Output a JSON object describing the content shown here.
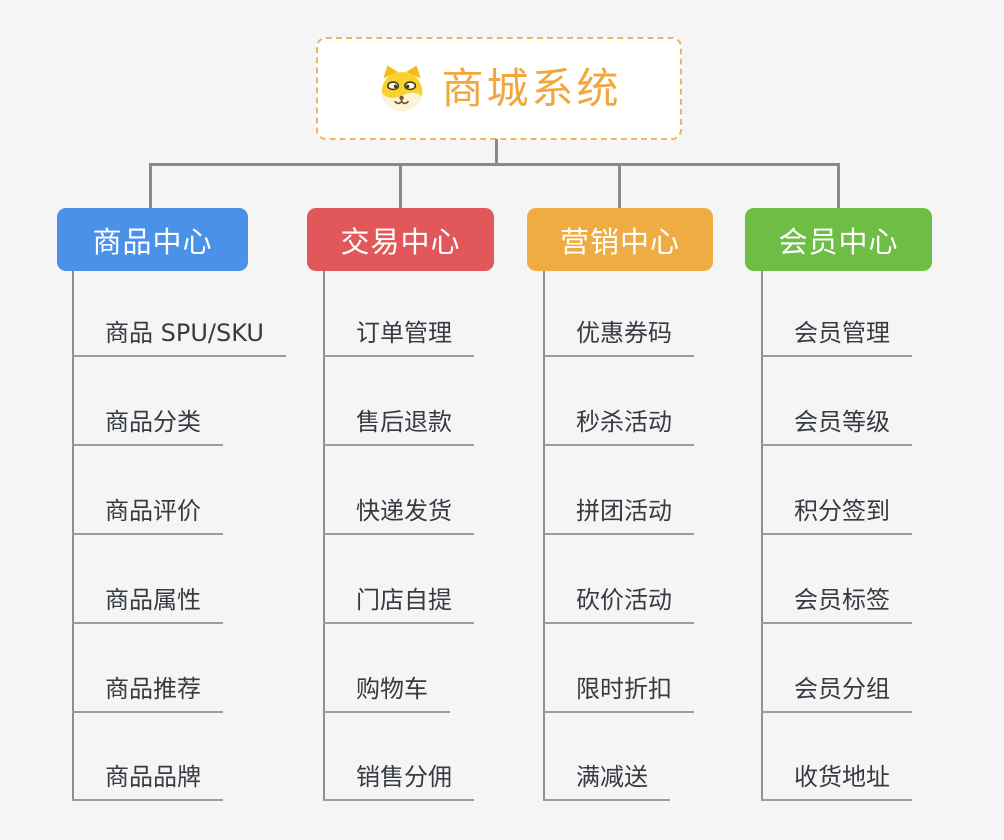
{
  "root": {
    "title": "商城系统",
    "icon": "dog-icon"
  },
  "colors": {
    "background": "#f5f5f5",
    "connector": "#8a8a8a",
    "root_accent": "#f2a63e",
    "root_border": "#f0b365",
    "leaf_text": "#363b42",
    "leaf_line": "#9c9c9c"
  },
  "branches": [
    {
      "label": "商品中心",
      "color": "#4a91e8",
      "items": [
        "商品 SPU/SKU",
        "商品分类",
        "商品评价",
        "商品属性",
        "商品推荐",
        "商品品牌"
      ]
    },
    {
      "label": "交易中心",
      "color": "#e2585a",
      "items": [
        "订单管理",
        "售后退款",
        "快递发货",
        "门店自提",
        "购物车",
        "销售分佣"
      ]
    },
    {
      "label": "营销中心",
      "color": "#efac42",
      "items": [
        "优惠券码",
        "秒杀活动",
        "拼团活动",
        "砍价活动",
        "限时折扣",
        "满减送"
      ]
    },
    {
      "label": "会员中心",
      "color": "#6ebe45",
      "items": [
        "会员管理",
        "会员等级",
        "积分签到",
        "会员标签",
        "会员分组",
        "收货地址"
      ]
    }
  ]
}
